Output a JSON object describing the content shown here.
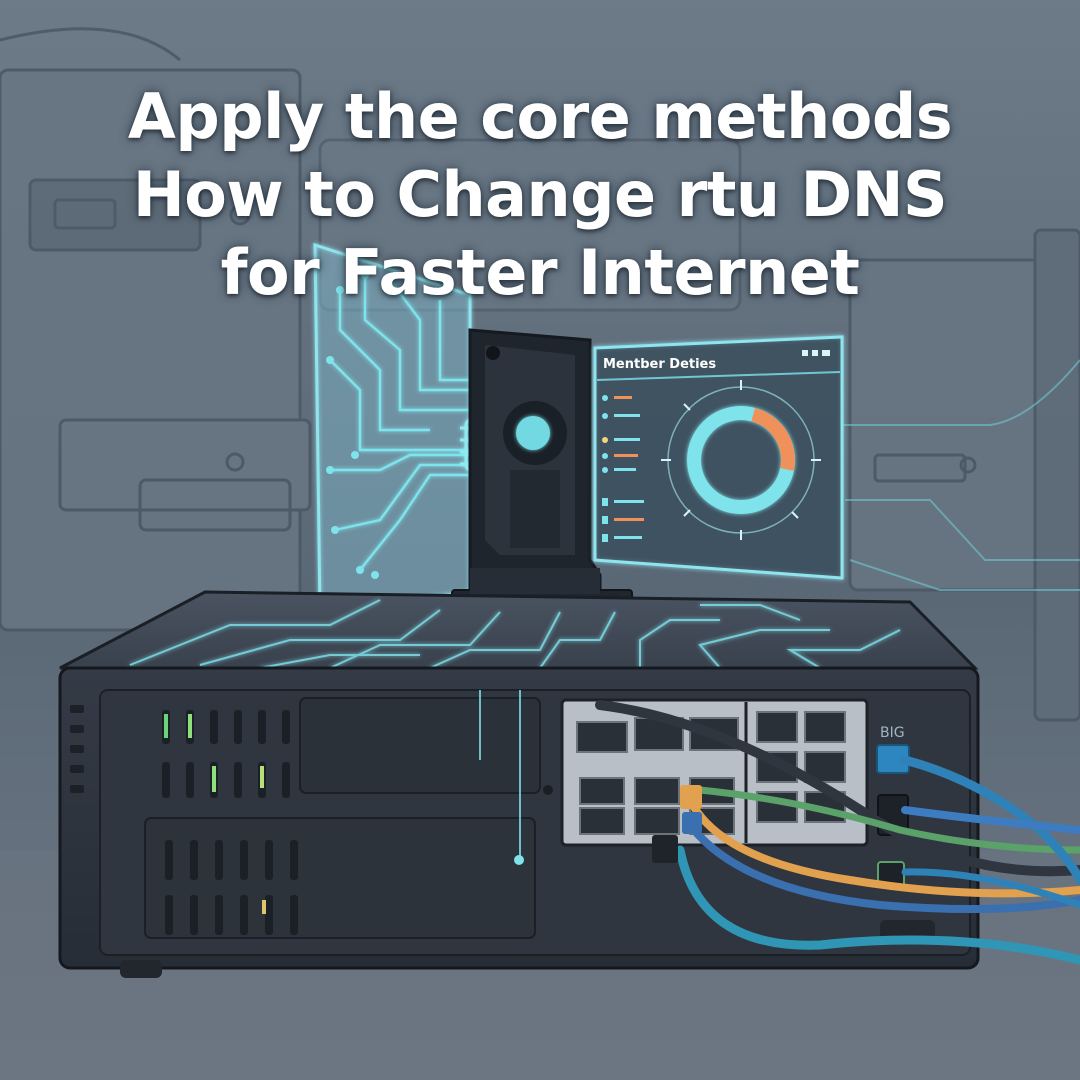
{
  "headline": {
    "line1": "Apply the core methods",
    "line2": "How to Change rtu DNS",
    "line3": "for  Faster Internet"
  },
  "dashboard": {
    "title": "Mentber Deties",
    "ring": {
      "accent_fraction": 0.24
    }
  },
  "router": {
    "port_label": "BIG"
  },
  "colors": {
    "background": "#5f6d7b",
    "glow": "#7fe3ec",
    "accent_orange": "#f0905a",
    "chassis": "#2f3540",
    "cable_blue": "#2f82b8",
    "cable_orange": "#e2a14e",
    "cable_green": "#5aa26a"
  }
}
